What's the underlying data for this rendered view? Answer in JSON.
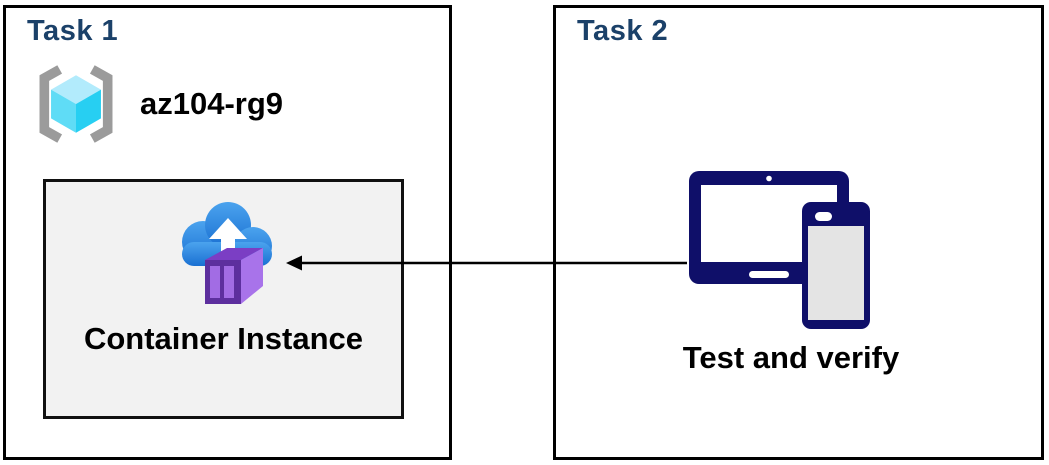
{
  "task1": {
    "title": "Task 1",
    "resource_group_name": "az104-rg9",
    "container_label": "Container Instance"
  },
  "task2": {
    "title": "Task 2",
    "devices_label": "Test and verify"
  },
  "icons": {
    "resource_group": "resource-group-icon",
    "container_instance": "container-instance-icon",
    "devices": "tablet-and-phone-icon",
    "arrow": "left-arrow-connector"
  },
  "colors": {
    "task_title_navy": "#1b4169",
    "box_border": "#000000",
    "inner_box_bg": "#f2f2f2",
    "device_navy": "#0f0f69",
    "device_phone_screen": "#e4e4e4",
    "cloud_blue_top": "#4ba3ee",
    "cloud_blue_bottom": "#1a70d2",
    "container_front_purple": "#5d2f9e",
    "container_panel_purple": "#a26ce4",
    "container_side_purple": "#a873ea",
    "container_top_purple": "#7b3ec4",
    "cube_top_cyan": "#b2ebfc",
    "cube_left_cyan": "#5fdcf6",
    "cube_right_cyan": "#27cff2",
    "bracket_gray": "#9b9b9b"
  }
}
